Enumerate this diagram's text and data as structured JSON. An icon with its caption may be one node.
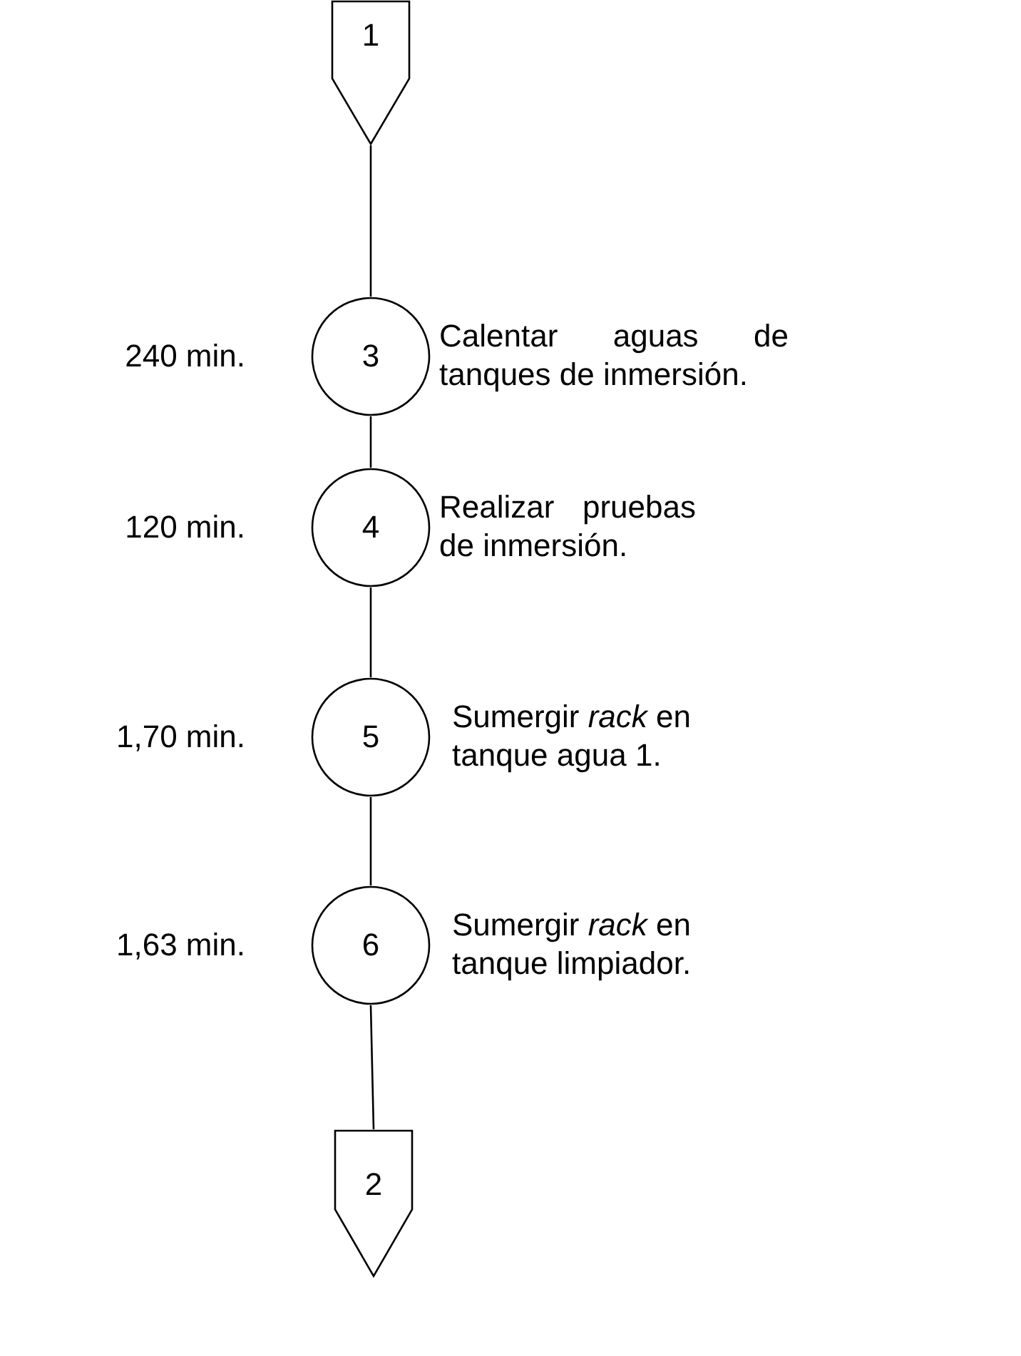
{
  "diagram": {
    "nodes": [
      {
        "text": [
          "1"
        ]
      },
      {
        "text": [
          "3"
        ],
        "beside": [
          "240 min.",
          "Calentar aguas de tanques de inmersión."
        ]
      },
      {
        "text": [
          "4"
        ],
        "beside": [
          "120 min.",
          "Realizar pruebas de inmersión."
        ]
      },
      {
        "text": [
          "5"
        ],
        "beside": [
          "1,70 min.",
          "Sumergir *rack* en tanque agua 1."
        ]
      },
      {
        "text": [
          "6"
        ],
        "beside": [
          "1,63 min.",
          "Sumergir *rack* en tanque limpiador."
        ]
      },
      {
        "text": [
          "2"
        ]
      }
    ],
    "edges": [
      {
        "from": 0,
        "to": 1,
        "arrow": "none"
      },
      {
        "from": 1,
        "to": 2,
        "arrow": "none"
      },
      {
        "from": 2,
        "to": 3,
        "arrow": "none"
      },
      {
        "from": 3,
        "to": 4,
        "arrow": "none"
      },
      {
        "from": 4,
        "to": 5,
        "arrow": "none"
      }
    ]
  }
}
